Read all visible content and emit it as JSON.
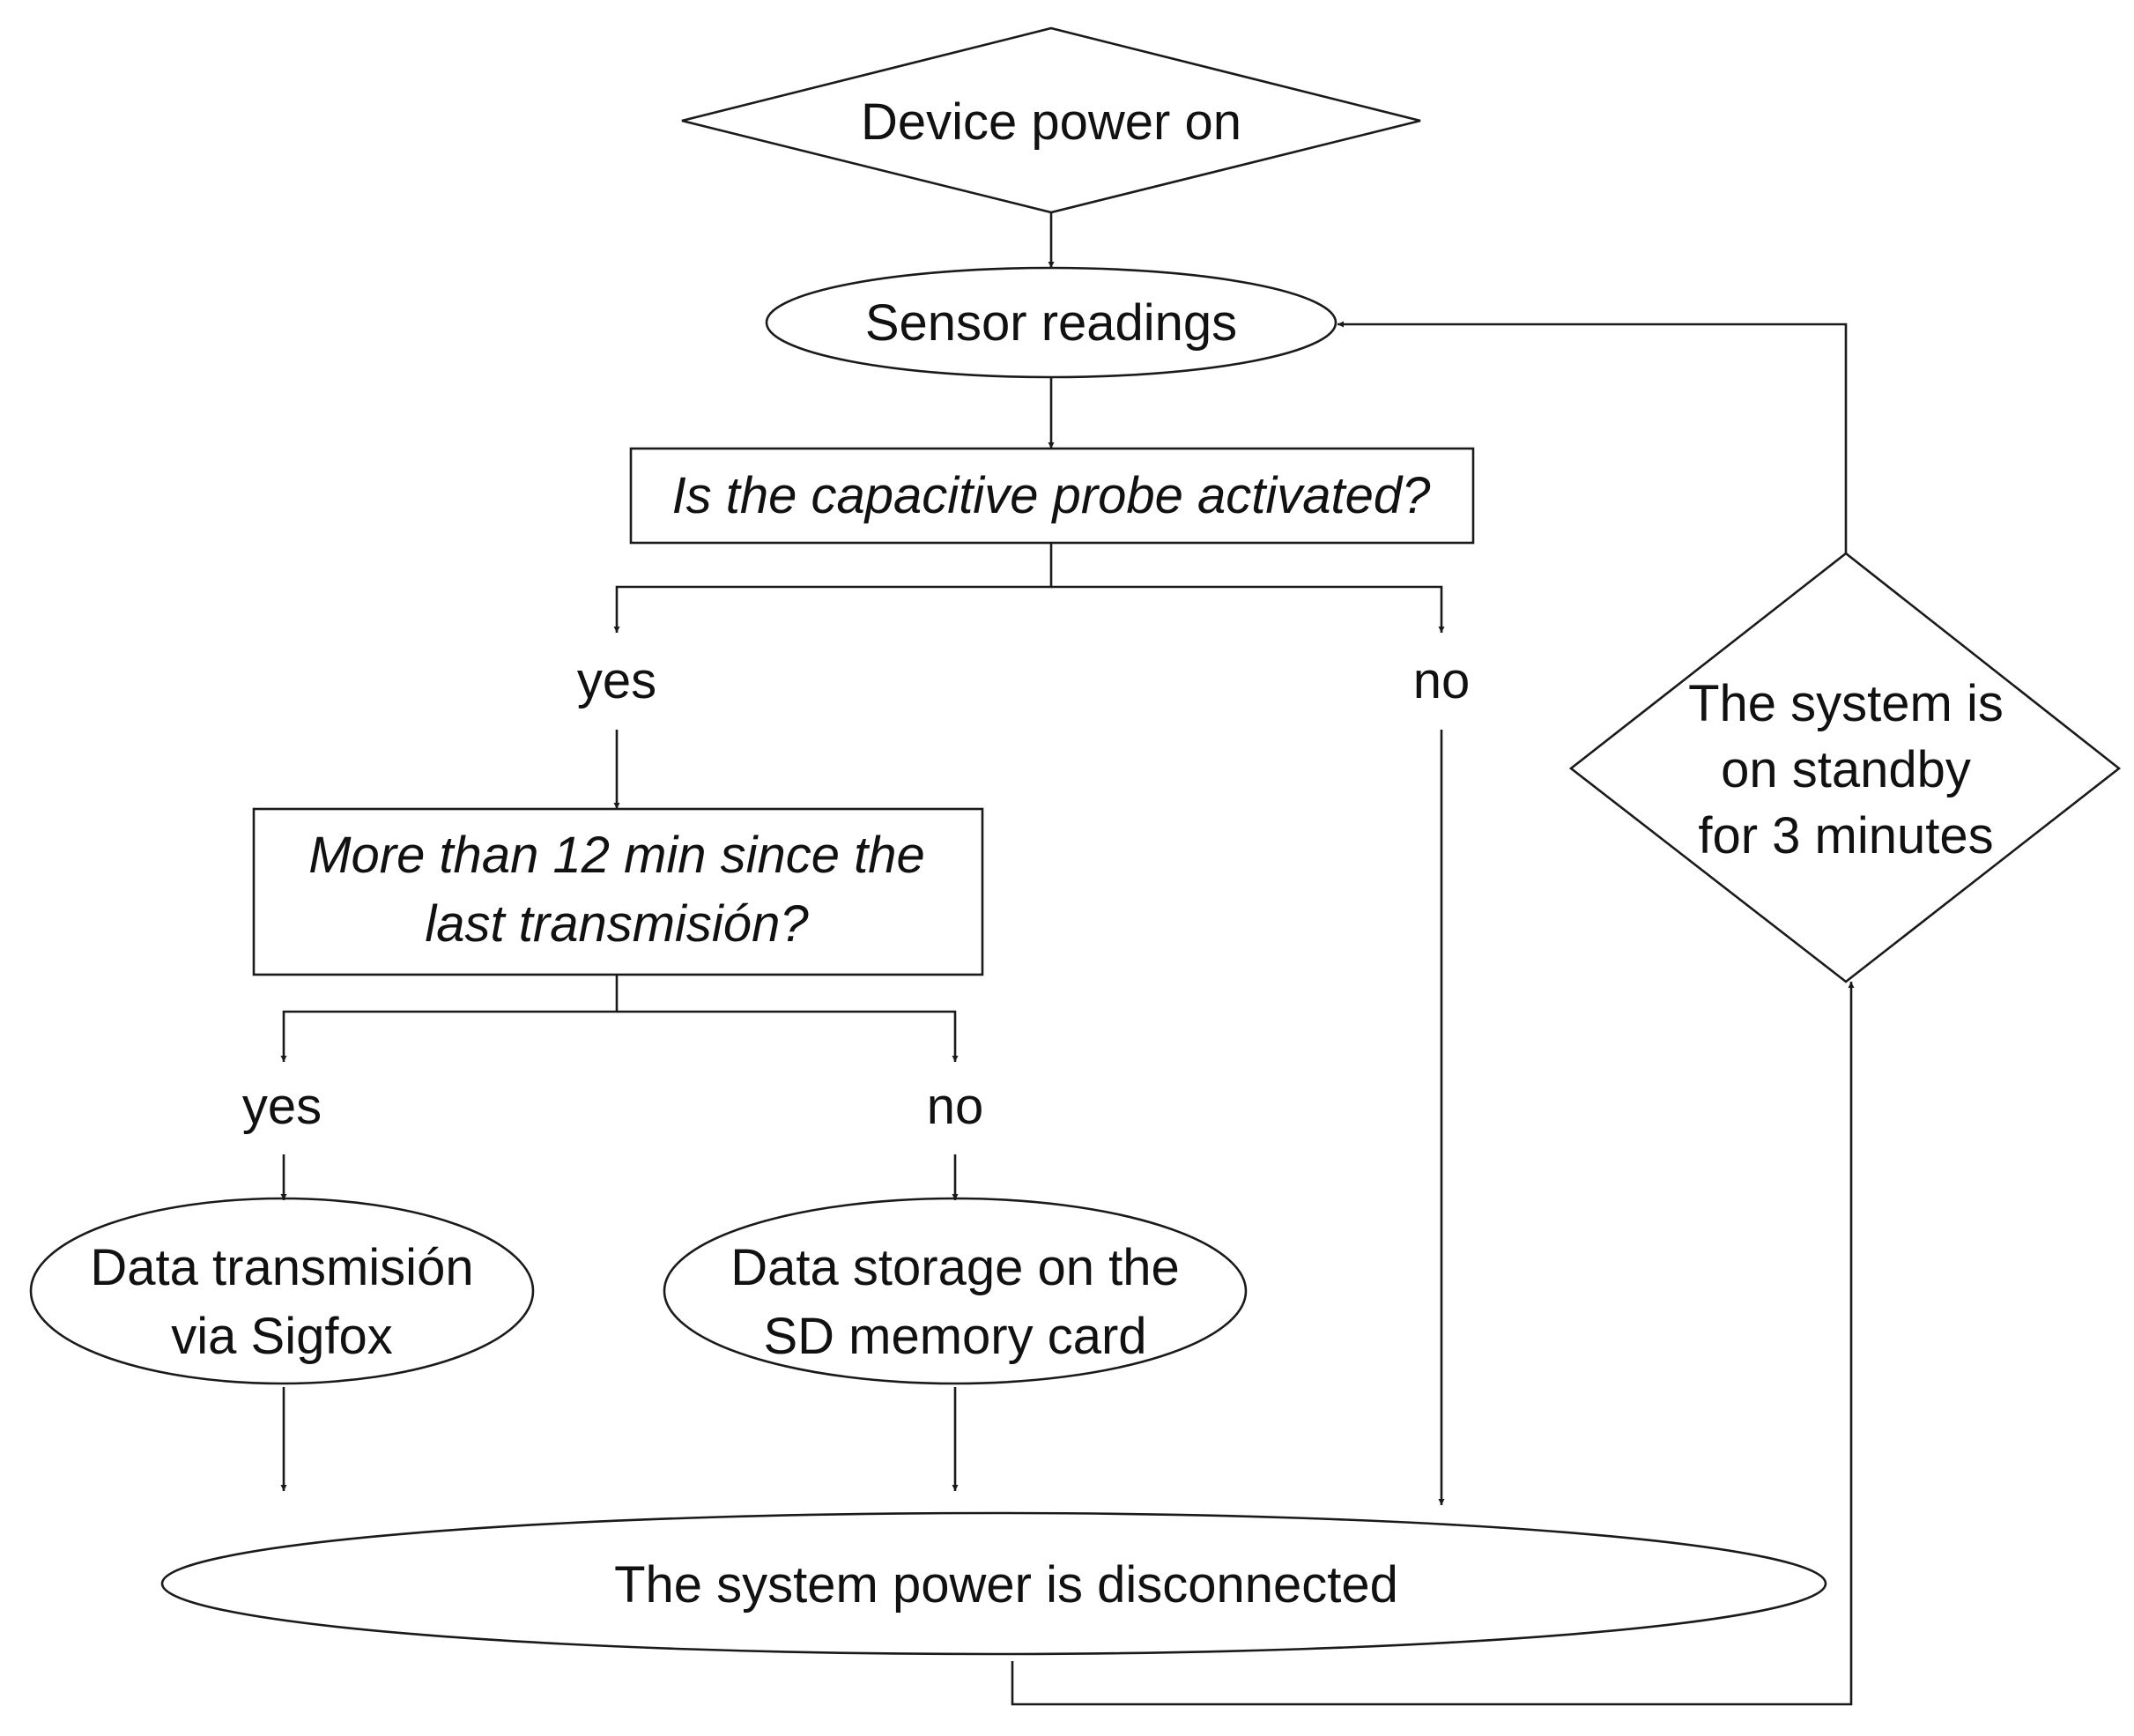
{
  "nodes": {
    "power_on": "Device power on",
    "sensor_readings": "Sensor readings",
    "probe_question": "Is the capacitive probe activated?",
    "time_question_line1": "More than 12 min since the",
    "time_question_line2": "last transmisión?",
    "transmit_line1": "Data transmisión",
    "transmit_line2": "via Sigfox",
    "storage_line1": "Data storage on the",
    "storage_line2": "SD memory card",
    "power_off": "The system power is disconnected",
    "standby_line1": "The system is",
    "standby_line2": "on standby",
    "standby_line3": "for 3 minutes"
  },
  "branch_labels": {
    "probe_yes": "yes",
    "probe_no": "no",
    "time_yes": "yes",
    "time_no": "no"
  }
}
